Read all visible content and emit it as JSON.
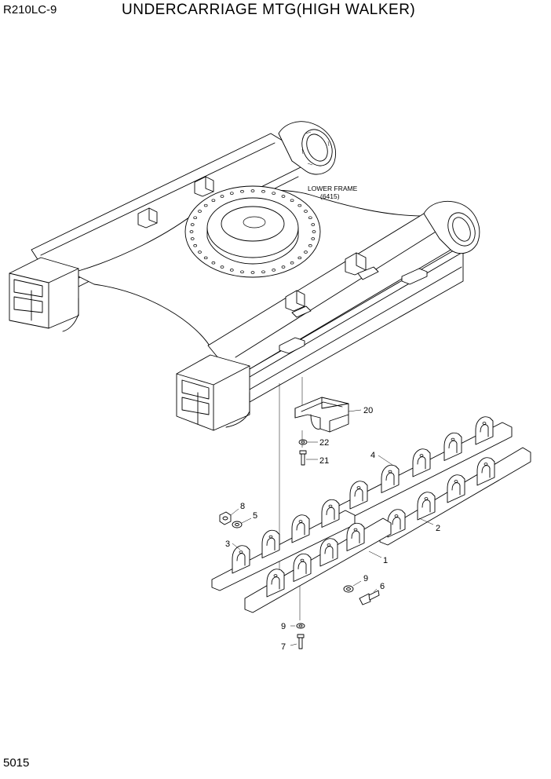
{
  "header": {
    "model": "R210LC-9",
    "title": "UNDERCARRIAGE MTG(HIGH WALKER)"
  },
  "footer": {
    "page_number": "5015"
  },
  "frame_label": {
    "line1": "LOWER FRAME",
    "line2": "(6415)"
  },
  "callouts": [
    "20",
    "22",
    "21",
    "4",
    "8",
    "5",
    "3",
    "2",
    "1",
    "9",
    "6",
    "9",
    "7"
  ]
}
